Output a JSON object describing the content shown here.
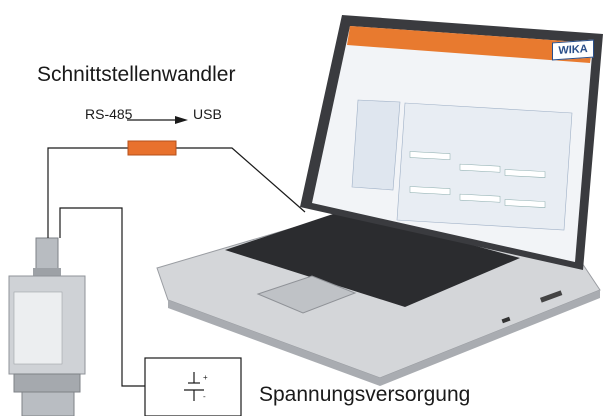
{
  "labels": {
    "converter_title": "Schnittstellenwandler",
    "rs485": "RS-485",
    "usb": "USB",
    "power_supply": "Spannungsversorgung",
    "plus": "+",
    "minus": "-"
  },
  "brand": {
    "logo_text": "WIKA"
  },
  "colors": {
    "converter_box": "#e8712d",
    "wire": "#1a1a1a",
    "laptop_body": "#c9cbce",
    "screen_bg": "#eef1f5",
    "screen_header": "#e87a2f"
  }
}
